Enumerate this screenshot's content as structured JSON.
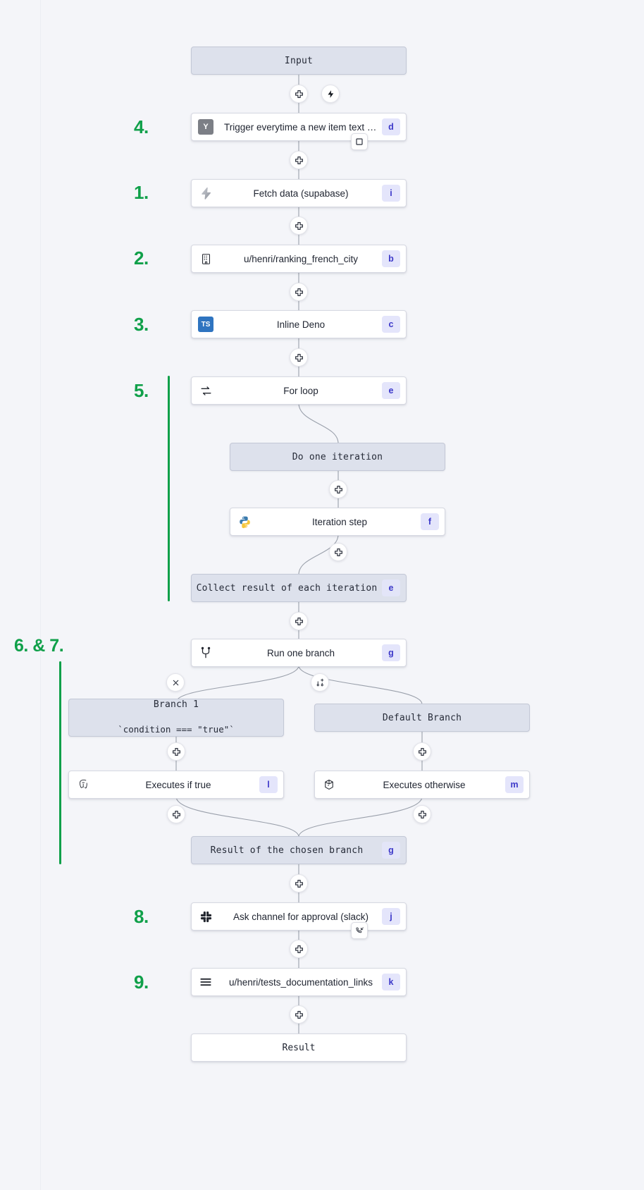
{
  "diagram": {
    "title": "Workflow flowchart",
    "accent_green": "#10a04a",
    "chip_bg": "#e4e5fb",
    "chip_text": "#3c38c9",
    "virtual_bg": "#dde1ec"
  },
  "nodes": {
    "input": {
      "label": "Input",
      "kind": "virtual"
    },
    "trigger": {
      "label": "Trigger everytime a new item text o…",
      "tag": "d",
      "icon": "yaml-icon"
    },
    "fetch": {
      "label": "Fetch data (supabase)",
      "tag": "i",
      "icon": "supabase-icon"
    },
    "ranking": {
      "label": "u/henri/ranking_french_city",
      "tag": "b",
      "icon": "building-icon"
    },
    "deno": {
      "label": "Inline Deno",
      "tag": "c",
      "icon": "typescript-icon"
    },
    "forloop": {
      "label": "For loop",
      "tag": "e",
      "icon": "loop-icon"
    },
    "do_one_iteration": {
      "label": "Do one iteration",
      "kind": "virtual"
    },
    "iteration_step": {
      "label": "Iteration step",
      "tag": "f",
      "icon": "python-icon"
    },
    "collect": {
      "label": "Collect result of each iteration",
      "tag": "e",
      "kind": "virtual"
    },
    "run_one_branch": {
      "label": "Run one branch",
      "tag": "g",
      "icon": "branch-icon"
    },
    "branch1": {
      "label": "Branch 1",
      "sub": "`condition === \"true\"`",
      "kind": "virtual"
    },
    "default_branch": {
      "label": "Default Branch",
      "kind": "virtual"
    },
    "executes_if_true": {
      "label": "Executes if true",
      "tag": "l",
      "icon": "postgres-icon"
    },
    "executes_otherwise": {
      "label": "Executes otherwise",
      "tag": "m",
      "icon": "docker-icon"
    },
    "chosen_result": {
      "label": "Result of the chosen branch",
      "tag": "g",
      "kind": "virtual"
    },
    "slack": {
      "label": "Ask channel for approval (slack)",
      "tag": "j",
      "icon": "slack-icon"
    },
    "docs": {
      "label": "u/henri/tests_documentation_links",
      "tag": "k",
      "icon": "menu-icon"
    },
    "result": {
      "label": "Result",
      "kind": "result"
    }
  },
  "annotations": [
    {
      "id": "n4",
      "text": "4."
    },
    {
      "id": "n1",
      "text": "1."
    },
    {
      "id": "n2",
      "text": "2."
    },
    {
      "id": "n3",
      "text": "3."
    },
    {
      "id": "n5",
      "text": "5."
    },
    {
      "id": "n67",
      "text": "6. & 7."
    },
    {
      "id": "n8",
      "text": "8."
    },
    {
      "id": "n9",
      "text": "9."
    }
  ],
  "connectors": {
    "plus": "plus-icon",
    "bolt": "bolt-icon",
    "close": "close-icon",
    "add_branch": "add-branch-icon",
    "checkbox": "checkbox-icon",
    "callback": "phone-callback-icon"
  }
}
